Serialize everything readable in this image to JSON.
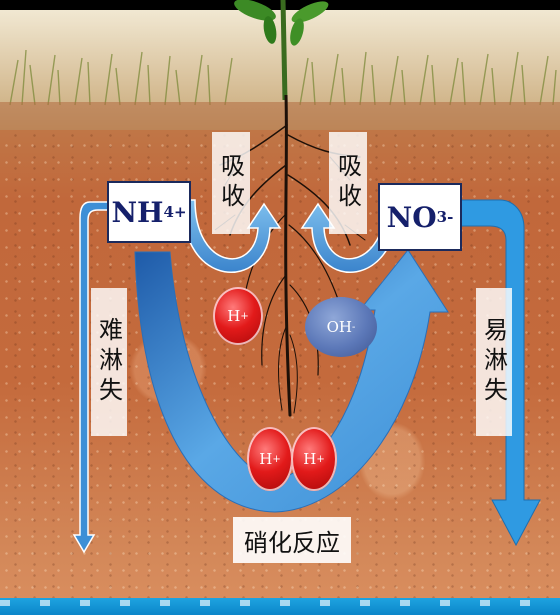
{
  "labels": {
    "ammonium": {
      "base": "NH",
      "sub": "4",
      "sup": "+"
    },
    "nitrate": {
      "base": "NO",
      "sub": "3",
      "sup": "-"
    },
    "absorb_left": "吸收",
    "absorb_right": "吸收",
    "hard_leach": "难淋失",
    "easy_leach": "易淋失",
    "nitrification": "硝化反应"
  },
  "ions": {
    "h_ion": {
      "base": "H",
      "sup": "+"
    },
    "oh_ion": {
      "base": "OH",
      "sup": "-"
    }
  },
  "colors": {
    "arrow_blue": "#3d8fd6",
    "arrow_light": "#6fb6ea",
    "label_text": "#15206b",
    "h_ion": "#e21a1a",
    "oh_ion": "#5c78b8",
    "soil": "#c1683b"
  }
}
